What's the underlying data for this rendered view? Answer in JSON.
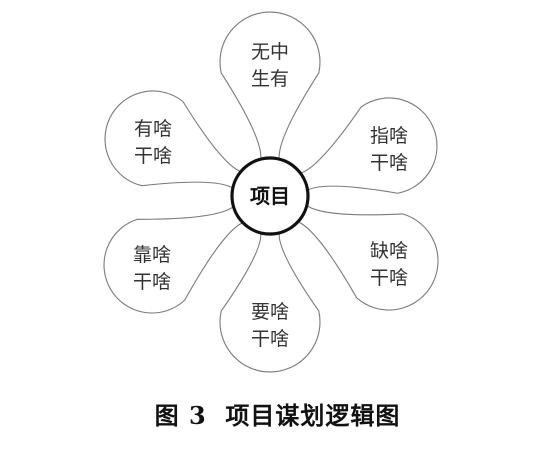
{
  "diagram": {
    "center_label": "项目",
    "petals": [
      {
        "line1": "无中",
        "line2": "生有"
      },
      {
        "line1": "指啥",
        "line2": "干啥"
      },
      {
        "line1": "缺啥",
        "line2": "干啥"
      },
      {
        "line1": "要啥",
        "line2": "干啥"
      },
      {
        "line1": "靠啥",
        "line2": "干啥"
      },
      {
        "line1": "有啥",
        "line2": "干啥"
      }
    ]
  },
  "caption": {
    "figure_label": "图 3",
    "title": "项目谋划逻辑图"
  }
}
